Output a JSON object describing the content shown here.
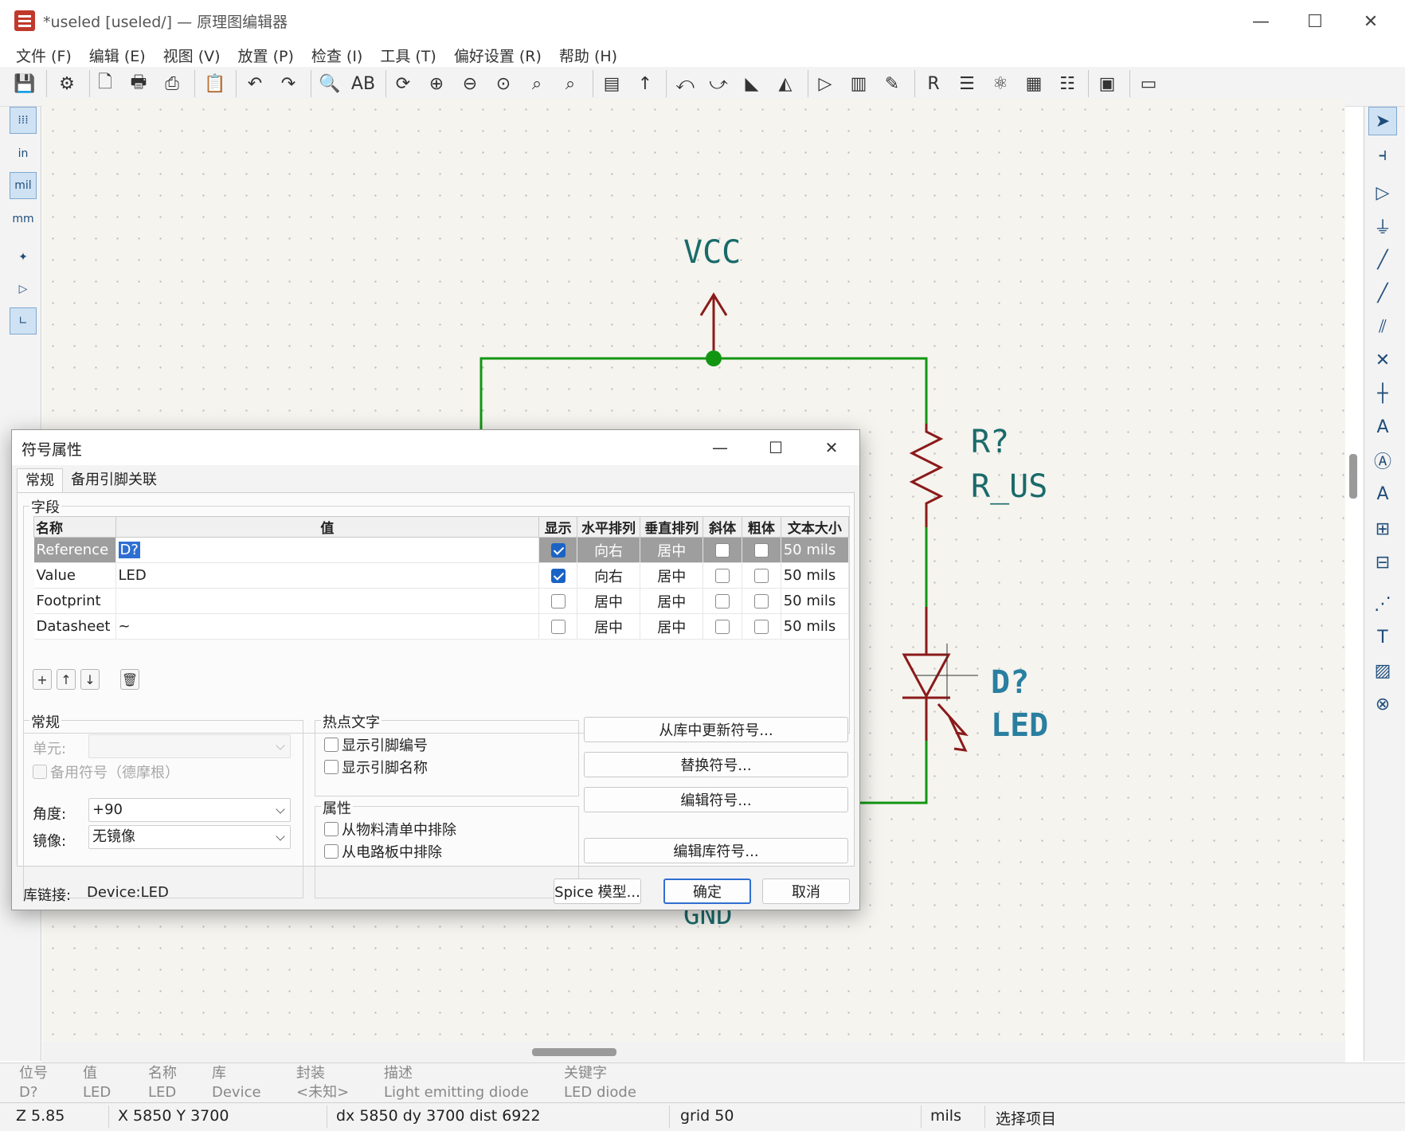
{
  "window": {
    "title": "*useled [useled/] — 原理图编辑器",
    "minimize": "—",
    "maximize": "☐",
    "close": "✕"
  },
  "menu": [
    "文件 (F)",
    "编辑 (E)",
    "视图 (V)",
    "放置 (P)",
    "检查 (I)",
    "工具 (T)",
    "偏好设置 (R)",
    "帮助 (H)"
  ],
  "left_toolbar": {
    "unit_in": "in",
    "unit_mil": "mil",
    "unit_mm": "mm"
  },
  "schematic": {
    "power_label": "VCC",
    "gnd_label": "GND",
    "resistor_ref": "R?",
    "resistor_value": "R_US",
    "led_ref": "D?",
    "led_value": "LED"
  },
  "message_panel": {
    "columns": [
      {
        "label": "位号",
        "value": "D?"
      },
      {
        "label": "值",
        "value": "LED"
      },
      {
        "label": "名称",
        "value": "LED"
      },
      {
        "label": "库",
        "value": "Device"
      },
      {
        "label": "封装",
        "value": "<未知>"
      },
      {
        "label": "描述",
        "value": "Light emitting diode"
      },
      {
        "label": "关键字",
        "value": "LED diode"
      }
    ]
  },
  "status_bar": {
    "zoom": "Z 5.85",
    "coords": "X 5850  Y 3700",
    "delta": "dx 5850  dy 3700  dist 6922",
    "grid": "grid 50",
    "units": "mils",
    "mode": "选择项目"
  },
  "dialog": {
    "title": "符号属性",
    "tabs": [
      "常规",
      "备用引脚关联"
    ],
    "fields_group": "字段",
    "columns": [
      "名称",
      "值",
      "显示",
      "水平排列",
      "垂直排列",
      "斜体",
      "粗体",
      "文本大小"
    ],
    "rows": [
      {
        "name": "Reference",
        "value": "D?",
        "show": true,
        "h_align": "向右",
        "v_align": "居中",
        "italic": false,
        "bold": false,
        "size": "50 mils"
      },
      {
        "name": "Value",
        "value": "LED",
        "show": true,
        "h_align": "向右",
        "v_align": "居中",
        "italic": false,
        "bold": false,
        "size": "50 mils"
      },
      {
        "name": "Footprint",
        "value": "",
        "show": false,
        "h_align": "居中",
        "v_align": "居中",
        "italic": false,
        "bold": false,
        "size": "50 mils"
      },
      {
        "name": "Datasheet",
        "value": "~",
        "show": false,
        "h_align": "居中",
        "v_align": "居中",
        "italic": false,
        "bold": false,
        "size": "50 mils"
      }
    ],
    "general": {
      "group": "常规",
      "unit_label": "单元:",
      "unit_value": "",
      "alternate_label": "备用符号（德摩根）",
      "angle_label": "角度:",
      "angle_value": "+90",
      "mirror_label": "镜像:",
      "mirror_value": "无镜像"
    },
    "hotspot": {
      "group": "热点文字",
      "show_pin_numbers": "显示引脚编号",
      "show_pin_names": "显示引脚名称"
    },
    "attributes": {
      "group": "属性",
      "exclude_bom": "从物料清单中排除",
      "exclude_board": "从电路板中排除"
    },
    "buttons": {
      "update_from_lib": "从库中更新符号...",
      "change_symbol": "替换符号...",
      "edit_symbol": "编辑符号...",
      "edit_lib_symbol": "编辑库符号...",
      "spice": "Spice 模型...",
      "ok": "确定",
      "cancel": "取消"
    },
    "lib_link_label": "库链接:",
    "lib_link_value": "Device:LED"
  }
}
